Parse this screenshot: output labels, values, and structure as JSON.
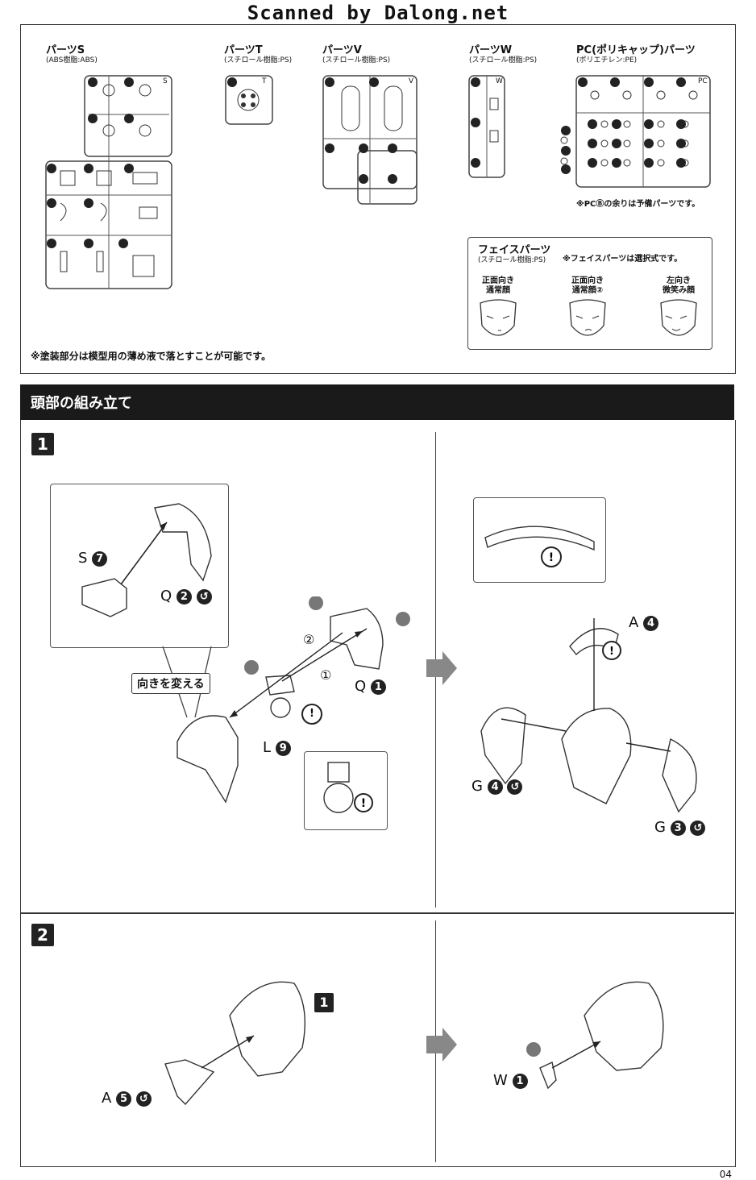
{
  "watermark": "Scanned by Dalong.net",
  "parts": {
    "S": {
      "title": "パーツS",
      "material": "(ABS樹脂:ABS)",
      "letter": "S"
    },
    "T": {
      "title": "パーツT",
      "material": "(スチロール樹脂:PS)",
      "letter": "T"
    },
    "V": {
      "title": "パーツV",
      "material": "(スチロール樹脂:PS)",
      "letter": "V"
    },
    "W": {
      "title": "パーツW",
      "material": "(スチロール樹脂:PS)",
      "letter": "W"
    },
    "PC": {
      "title": "PC(ポリキャップ)パーツ",
      "material": "(ポリエチレン:PE)",
      "letter": "PC"
    },
    "pc_note": "※PCⒷの余りは予備パーツです。",
    "paint_note": "※塗装部分は模型用の薄め液で落とすことが可能です。"
  },
  "face": {
    "title": "フェイスパーツ",
    "material": "(スチロール樹脂:PS)",
    "note": "※フェイスパーツは選択式です。",
    "options": [
      {
        "line1": "正面向き",
        "line2": "通常顔"
      },
      {
        "line1": "正面向き",
        "line2": "通常顔②"
      },
      {
        "line1": "左向き",
        "line2": "微笑み顔"
      }
    ]
  },
  "section_title": "頭部の組み立て",
  "step1": {
    "number": "1",
    "change_direction": "向きを変える",
    "labels": {
      "s7": "S",
      "s7n": "7",
      "q2": "Q",
      "q2n": "2",
      "q1": "Q",
      "q1n": "1",
      "l9": "L",
      "l9n": "9",
      "a4": "A",
      "a4n": "4",
      "g4": "G",
      "g4n": "4",
      "g3": "G",
      "g3n": "3",
      "order1": "①",
      "order2": "②"
    }
  },
  "step2": {
    "number": "2",
    "ref": "1",
    "labels": {
      "a5": "A",
      "a5n": "5",
      "w1": "W",
      "w1n": "1"
    }
  },
  "page_number": "04"
}
